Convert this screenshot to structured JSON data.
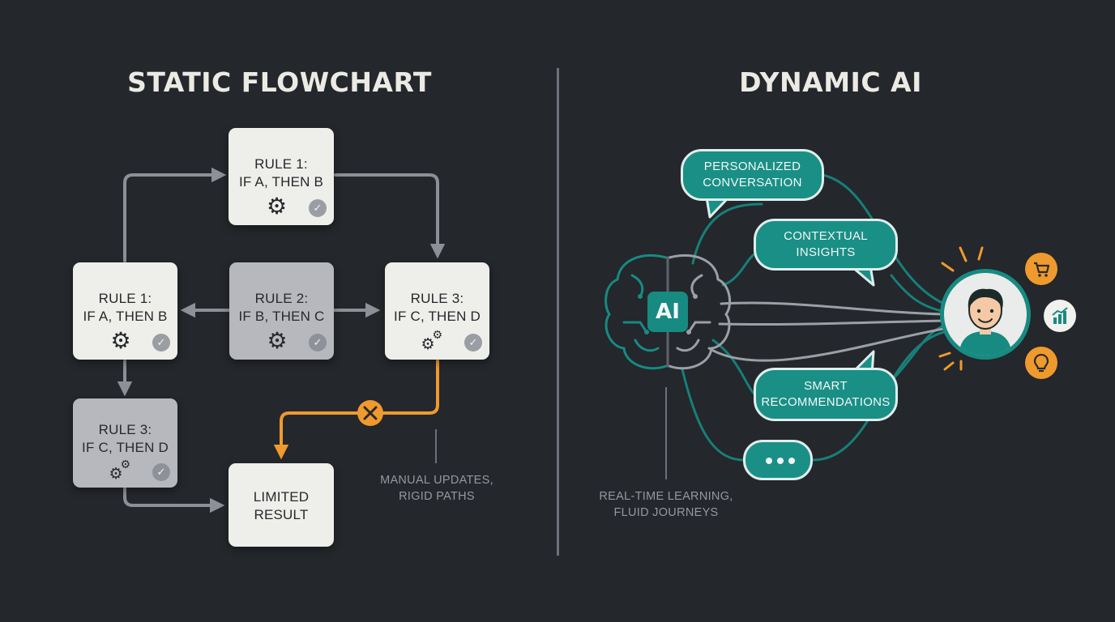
{
  "left_panel": {
    "title": "STATIC FLOWCHART",
    "nodes": [
      {
        "line1": "RULE 1:",
        "line2": "IF A, THEN B",
        "icon": "gear-icon",
        "status_icon": "check-icon"
      },
      {
        "line1": "RULE 1:",
        "line2": "IF A, THEN B",
        "icon": "gear-icon",
        "status_icon": "check-icon"
      },
      {
        "line1": "RULE 2:",
        "line2": "IF B, THEN C",
        "icon": "gear-icon",
        "status_icon": "check-icon"
      },
      {
        "line1": "RULE 3:",
        "line2": "IF C, THEN D",
        "icon": "gears-icon",
        "status_icon": "check-icon"
      },
      {
        "line1": "RULE 3:",
        "line2": "IF C, THEN D",
        "icon": "gears-icon",
        "status_icon": "check-icon"
      }
    ],
    "result": {
      "line1": "LIMITED",
      "line2": "RESULT"
    },
    "blocked_icon": "x-circle-icon",
    "note": {
      "line1": "MANUAL UPDATES,",
      "line2": "RIGID PATHS"
    }
  },
  "right_panel": {
    "title": "DYNAMIC AI",
    "ai_label": "AI",
    "bubbles": [
      {
        "line1": "PERSONALIZED",
        "line2": "CONVERSATION"
      },
      {
        "line1": "CONTEXTUAL",
        "line2": "INSIGHTS"
      },
      {
        "line1": "SMART",
        "line2": "RECOMMENDATIONS"
      }
    ],
    "typing_icon": "typing-dots-icon",
    "badges": [
      "cart-icon",
      "chart-icon",
      "lightbulb-icon"
    ],
    "note": {
      "line1": "REAL-TIME LEARNING,",
      "line2": "FLUID JOURNEYS"
    }
  },
  "colors": {
    "background": "#24272b",
    "light_node": "#eeeeea",
    "gray_node": "#b6b8bd",
    "connector": "#8d9096",
    "failure_path": "#ef9a2e",
    "teal": "#1a8f86",
    "accent_orange": "#ef9a2e"
  }
}
